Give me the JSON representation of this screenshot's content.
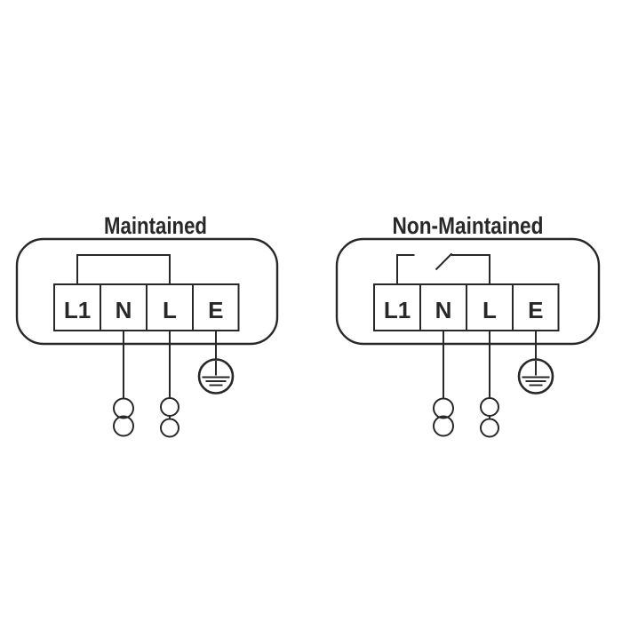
{
  "colors": {
    "line": "#282828",
    "background": "#ffffff"
  },
  "diagrams": [
    {
      "title": "Maintained",
      "terminals": [
        "L1",
        "N",
        "L",
        "E"
      ],
      "link": "solid loop between L1 and L",
      "icons": [
        "two-pole-connector",
        "two-circle-connector",
        "earth-ground"
      ]
    },
    {
      "title": "Non-Maintained",
      "terminals": [
        "L1",
        "N",
        "L",
        "E"
      ],
      "link": "open switch between L1 and L",
      "icons": [
        "two-pole-connector",
        "two-circle-connector",
        "earth-ground"
      ]
    }
  ]
}
